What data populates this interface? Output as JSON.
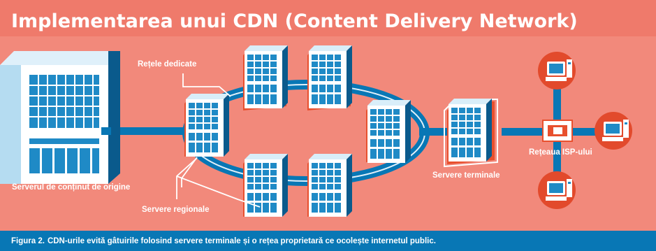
{
  "title": "Implementarea unui CDN (Content Delivery Network)",
  "labels": {
    "dedicated_networks": "Rețele dedicate",
    "origin_server": "Serverul de conținut de origine",
    "regional_servers": "Servere regionale",
    "edge_servers": "Servere terminale",
    "isp_network": "Rețeaua ISP-ului"
  },
  "caption": {
    "figure_label": "Figura 2.",
    "text": "CDN-urile evită gâtuirile folosind servere terminale și o rețea proprietară ce ocolește internetul public."
  },
  "colors": {
    "background": "#f2897b",
    "title_band": "#ef7a6b",
    "accent_blue": "#0877b5",
    "server_fill": "#1f8ac6",
    "server_outline": "#e8502e",
    "client_circle": "#e24a2c",
    "caption_bar": "#0877b5"
  }
}
